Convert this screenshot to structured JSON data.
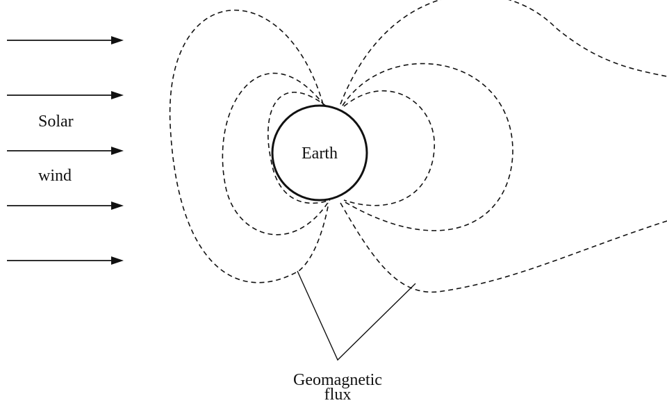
{
  "labels": {
    "solar": "Solar",
    "wind": "wind",
    "earth": "Earth",
    "geomagnetic": "Geomagnetic",
    "flux": "flux"
  },
  "colors": {
    "line": "#111111",
    "background": "#ffffff"
  }
}
